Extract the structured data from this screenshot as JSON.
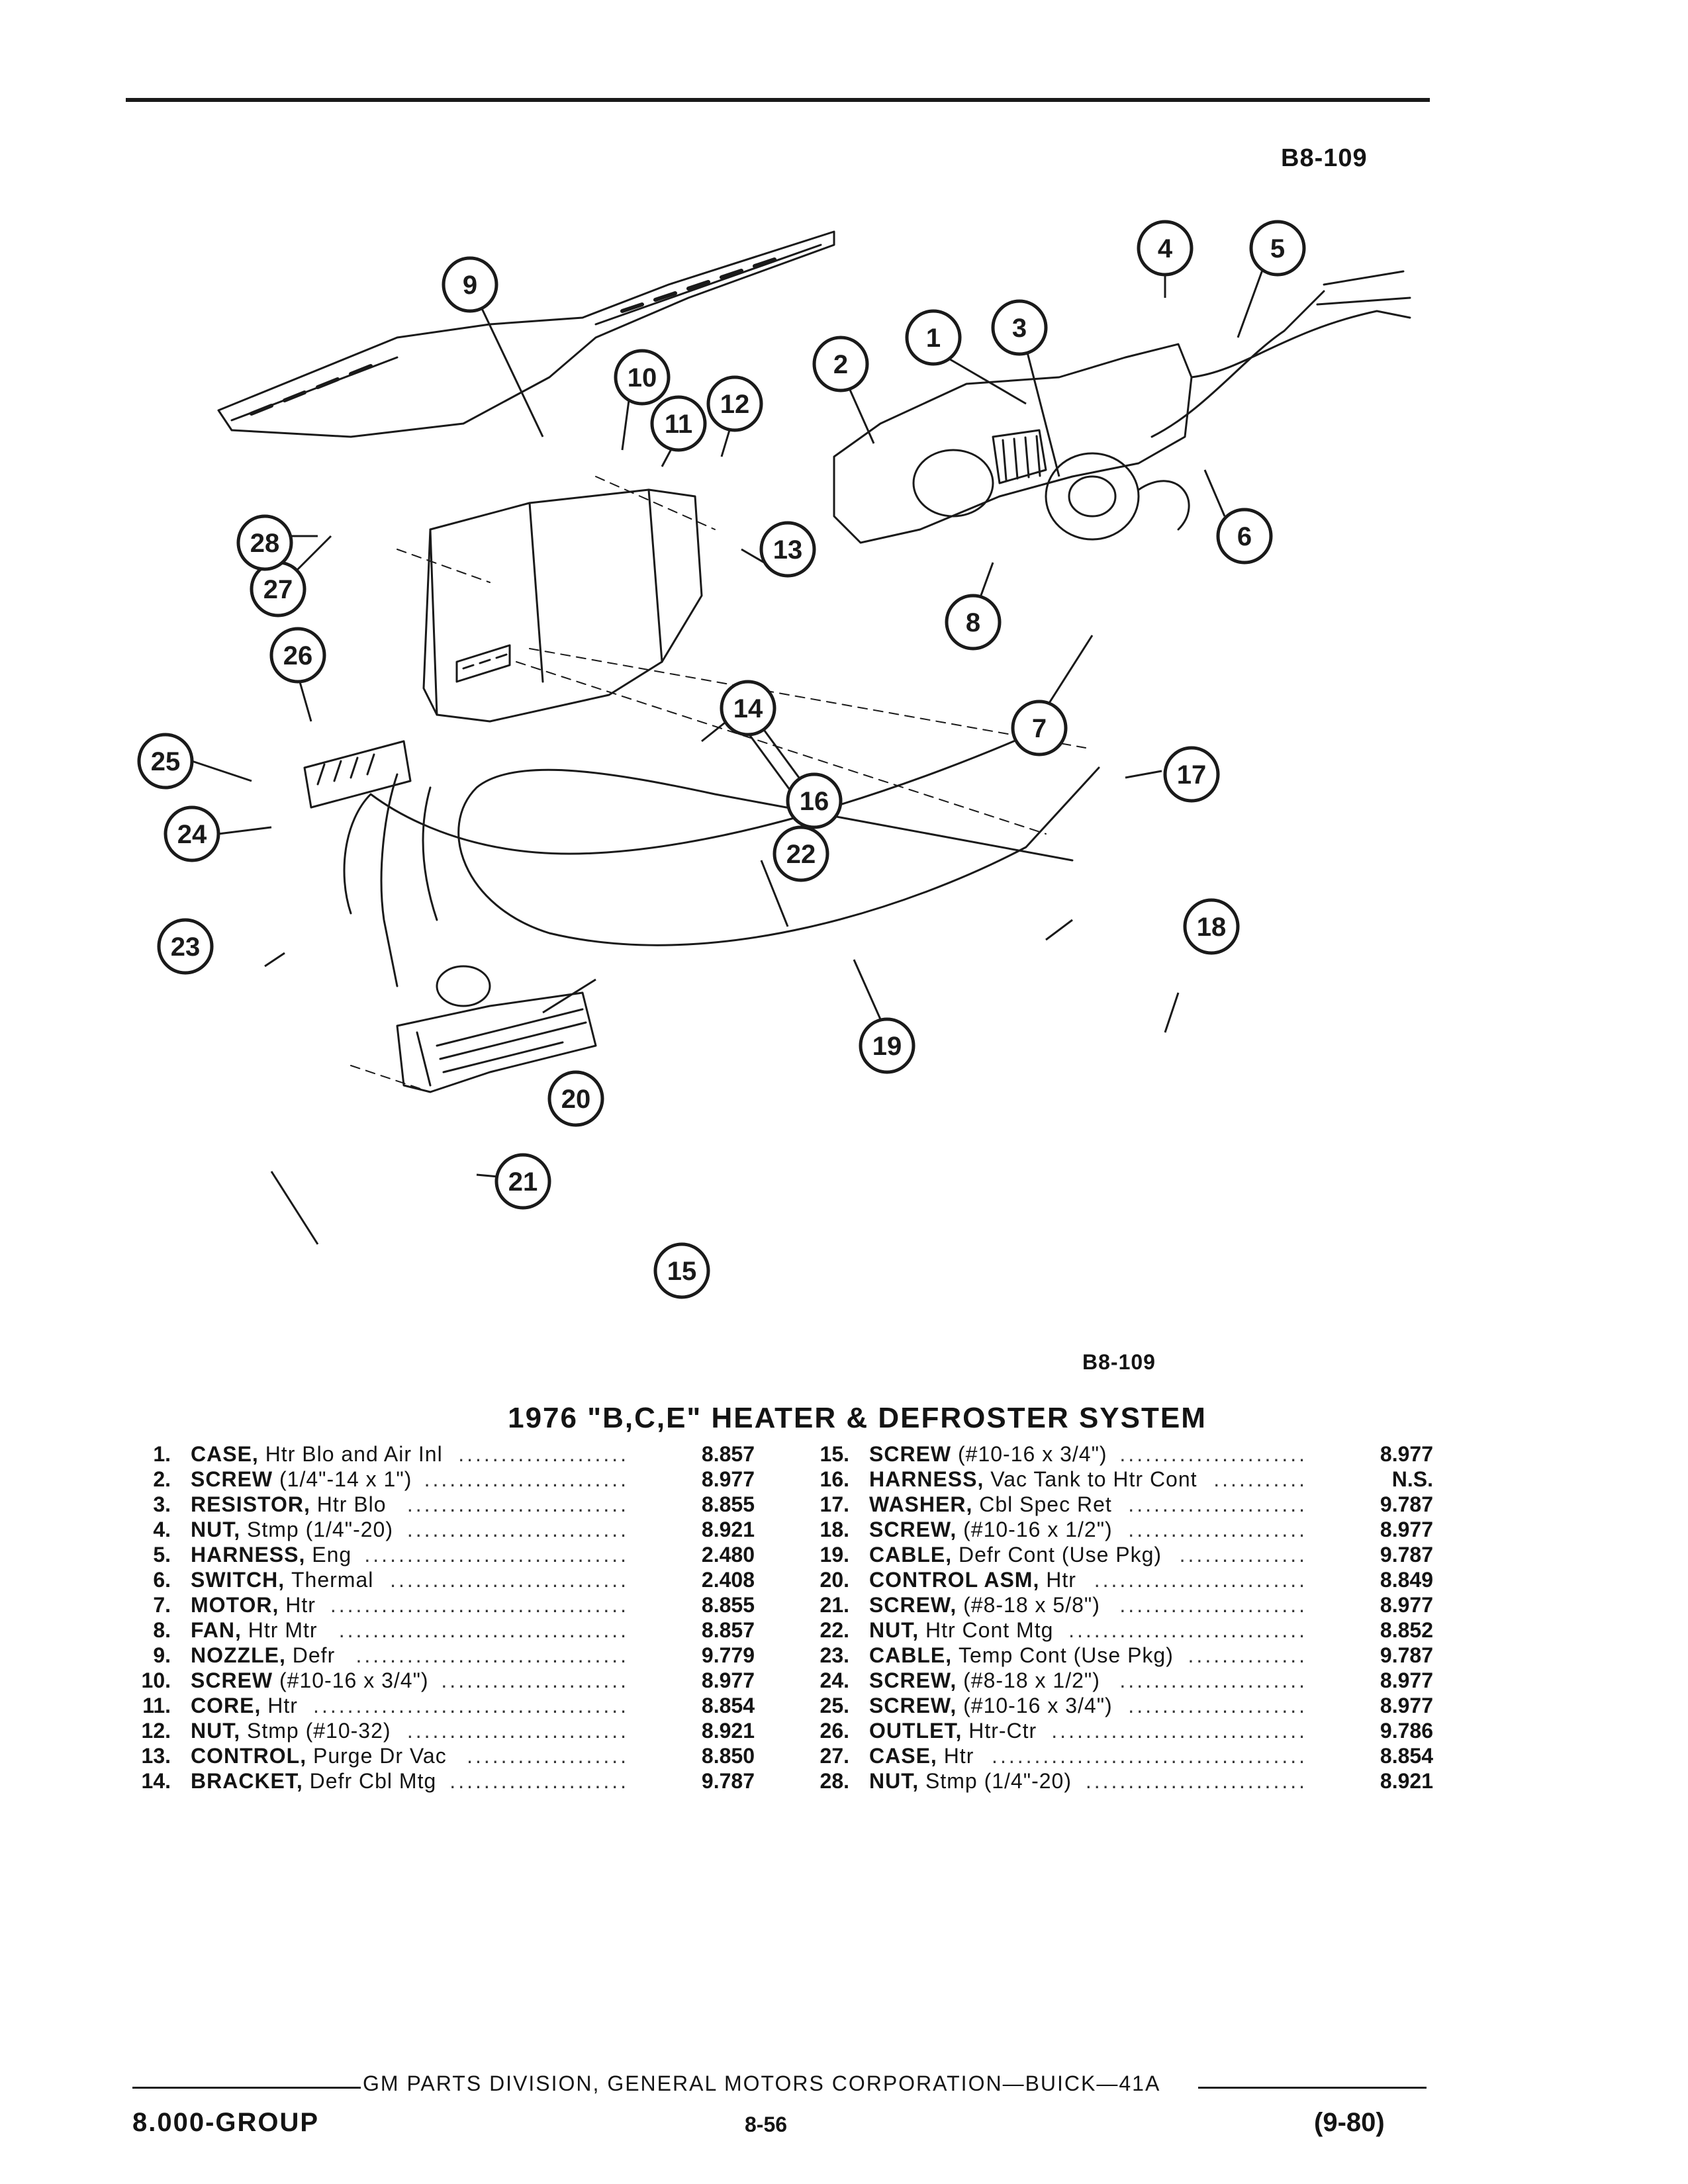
{
  "figure_code": "B8-109",
  "callouts": [
    "1",
    "2",
    "3",
    "4",
    "5",
    "6",
    "7",
    "8",
    "9",
    "10",
    "11",
    "12",
    "13",
    "14",
    "15",
    "16",
    "17",
    "18",
    "19",
    "20",
    "21",
    "22",
    "23",
    "24",
    "25",
    "26",
    "27",
    "28"
  ],
  "title": "1976 \"B,C,E\" HEATER & DEFROSTER SYSTEM",
  "parts_left": [
    {
      "num": "1.",
      "name": "CASE,",
      "desc": "Htr Blo and Air Inl",
      "code": "8.857"
    },
    {
      "num": "2.",
      "name": "SCREW",
      "desc": "(1/4\"-14 x 1\")",
      "code": "8.977"
    },
    {
      "num": "3.",
      "name": "RESISTOR,",
      "desc": "Htr Blo",
      "code": "8.855"
    },
    {
      "num": "4.",
      "name": "NUT,",
      "desc": "Stmp (1/4\"-20)",
      "code": "8.921"
    },
    {
      "num": "5.",
      "name": "HARNESS,",
      "desc": "Eng",
      "code": "2.480"
    },
    {
      "num": "6.",
      "name": "SWITCH,",
      "desc": "Thermal",
      "code": "2.408"
    },
    {
      "num": "7.",
      "name": "MOTOR,",
      "desc": "Htr",
      "code": "8.855"
    },
    {
      "num": "8.",
      "name": "FAN,",
      "desc": "Htr Mtr",
      "code": "8.857"
    },
    {
      "num": "9.",
      "name": "NOZZLE,",
      "desc": "Defr",
      "code": "9.779"
    },
    {
      "num": "10.",
      "name": "SCREW",
      "desc": "(#10-16 x 3/4\")",
      "code": "8.977"
    },
    {
      "num": "11.",
      "name": "CORE,",
      "desc": "Htr",
      "code": "8.854"
    },
    {
      "num": "12.",
      "name": "NUT,",
      "desc": "Stmp (#10-32)",
      "code": "8.921"
    },
    {
      "num": "13.",
      "name": "CONTROL,",
      "desc": "Purge Dr Vac",
      "code": "8.850"
    },
    {
      "num": "14.",
      "name": "BRACKET,",
      "desc": "Defr Cbl Mtg",
      "code": "9.787"
    }
  ],
  "parts_right": [
    {
      "num": "15.",
      "name": "SCREW",
      "desc": "(#10-16 x 3/4\")",
      "code": "8.977"
    },
    {
      "num": "16.",
      "name": "HARNESS,",
      "desc": "Vac Tank to Htr Cont",
      "code": "N.S."
    },
    {
      "num": "17.",
      "name": "WASHER,",
      "desc": "Cbl Spec Ret",
      "code": "9.787"
    },
    {
      "num": "18.",
      "name": "SCREW,",
      "desc": "(#10-16 x 1/2\")",
      "code": "8.977"
    },
    {
      "num": "19.",
      "name": "CABLE,",
      "desc": "Defr Cont (Use Pkg)",
      "code": "9.787"
    },
    {
      "num": "20.",
      "name": "CONTROL ASM,",
      "desc": "Htr",
      "code": "8.849"
    },
    {
      "num": "21.",
      "name": "SCREW,",
      "desc": "(#8-18 x 5/8\")",
      "code": "8.977"
    },
    {
      "num": "22.",
      "name": "NUT,",
      "desc": "Htr Cont Mtg",
      "code": "8.852"
    },
    {
      "num": "23.",
      "name": "CABLE,",
      "desc": "Temp Cont (Use Pkg)",
      "code": "9.787"
    },
    {
      "num": "24.",
      "name": "SCREW,",
      "desc": "(#8-18 x 1/2\")",
      "code": "8.977"
    },
    {
      "num": "25.",
      "name": "SCREW,",
      "desc": "(#10-16 x 3/4\")",
      "code": "8.977"
    },
    {
      "num": "26.",
      "name": "OUTLET,",
      "desc": "Htr-Ctr",
      "code": "9.786"
    },
    {
      "num": "27.",
      "name": "CASE,",
      "desc": "Htr",
      "code": "8.854"
    },
    {
      "num": "28.",
      "name": "NUT,",
      "desc": "Stmp (1/4\"-20)",
      "code": "8.921"
    }
  ],
  "footer": {
    "division": "GM PARTS DIVISION, GENERAL MOTORS CORPORATION—BUICK—41A",
    "group": "8.000-GROUP",
    "page": "8-56",
    "date": "(9-80)"
  }
}
